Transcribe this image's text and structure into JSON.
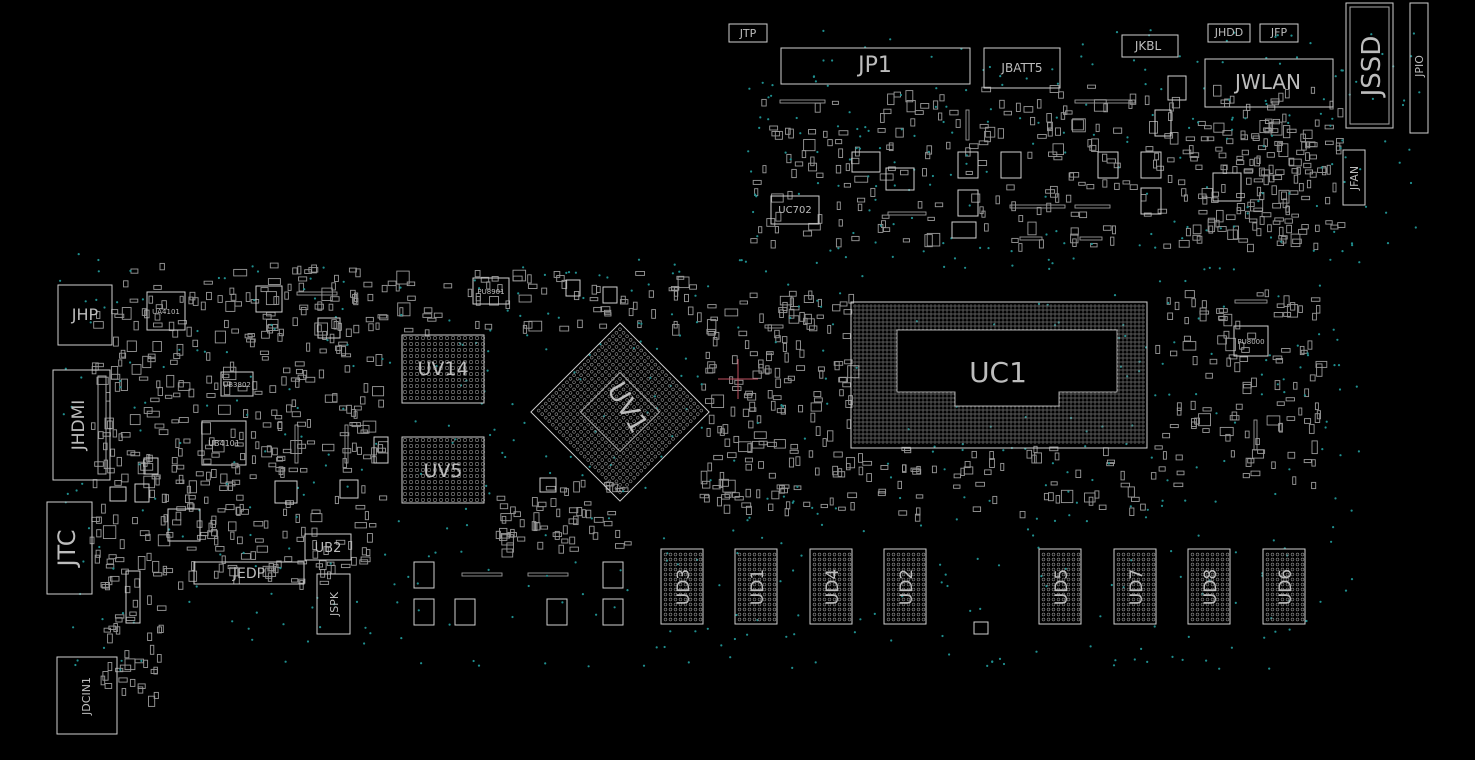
{
  "labels": {
    "jtp": "JTP",
    "jp1": "JP1",
    "jbatt5": "JBATT5",
    "jkbl": "JKBL",
    "jhdd": "JHDD",
    "jfp": "JFP",
    "jwlan": "JWLAN",
    "jssd": "JSSD",
    "jpio": "JPIO",
    "jfan": "JFAN",
    "uc702": "UC702",
    "jhp": "JHP",
    "jhdmi": "JHDMI",
    "jtc": "JTC",
    "jdcin1": "JDCIN1",
    "uv14": "UV14",
    "uv5": "UV5",
    "uv1": "UV1",
    "uc1": "UC1",
    "ub2": "UB2",
    "jspk": "JSPK",
    "jedp": "JEDP",
    "ud3": "UD3",
    "ud1": "UD1",
    "ud4": "UD4",
    "ud2": "UD2",
    "ud5": "UD5",
    "ud7": "UD7",
    "ud8": "UD8",
    "ud6": "UD6",
    "ua4101": "UA4101",
    "ub3802": "UB3802",
    "ub4101": "UB4101",
    "pu8901": "PU8901",
    "pu8000": "PU8000"
  },
  "colors": {
    "background": "#000000",
    "outline": "#cfcfcf",
    "via": "#1f8f8f",
    "cursor": "#c05060"
  }
}
